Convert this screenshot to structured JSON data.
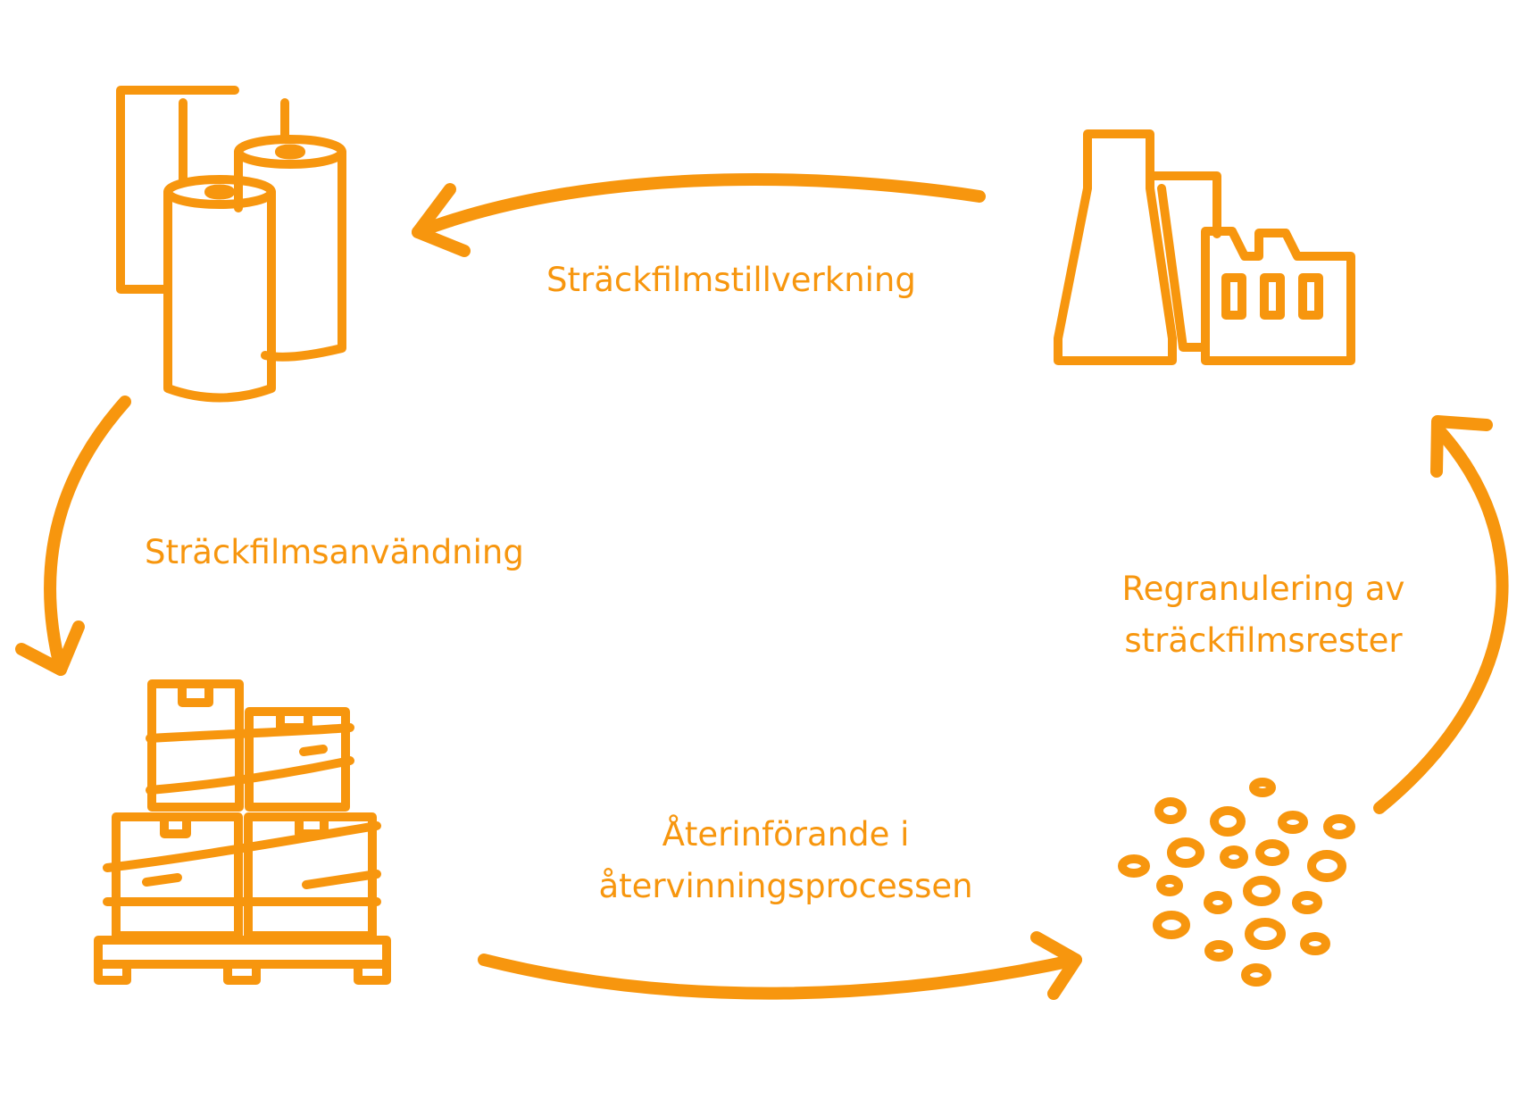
{
  "colors": {
    "accent": "#f7960e",
    "background": "#ffffff"
  },
  "steps": [
    {
      "icon": "stretch-film-rolls-icon",
      "label": "Sträckfilmstillverkning"
    },
    {
      "icon": "wrapped-pallet-icon",
      "label": "Sträckfilmsanvändning"
    },
    {
      "icon": "plastic-granules-icon",
      "label_lines": [
        "Återinförande i",
        "återvinningsprocessen"
      ]
    },
    {
      "icon": "factory-icon",
      "label_lines": [
        "Regranulering av",
        "sträckfilmsrester"
      ]
    }
  ]
}
